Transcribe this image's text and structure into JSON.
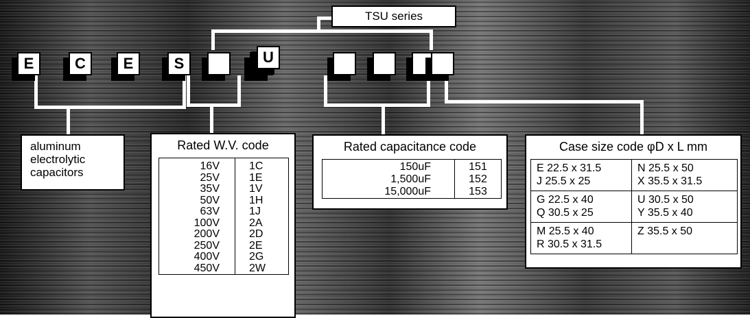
{
  "series_label": "TSU series",
  "code_letters": [
    "E",
    "C",
    "E",
    "S",
    "",
    "",
    "U",
    "",
    "",
    "",
    ""
  ],
  "category_label": [
    "aluminum",
    "electrolytic",
    "capacitors"
  ],
  "voltage": {
    "title": "Rated W.V. code",
    "rows": [
      {
        "value": "16V",
        "code": "1C"
      },
      {
        "value": "25V",
        "code": "1E"
      },
      {
        "value": "35V",
        "code": "1V"
      },
      {
        "value": "50V",
        "code": "1H"
      },
      {
        "value": "63V",
        "code": "1J"
      },
      {
        "value": "100V",
        "code": "2A"
      },
      {
        "value": "200V",
        "code": "2D"
      },
      {
        "value": "250V",
        "code": "2E"
      },
      {
        "value": "400V",
        "code": "2G"
      },
      {
        "value": "450V",
        "code": "2W"
      }
    ]
  },
  "capacitance": {
    "title": "Rated capacitance code",
    "rows": [
      {
        "value": "150uF",
        "code": "151"
      },
      {
        "value": "1,500uF",
        "code": "152"
      },
      {
        "value": "15,000uF",
        "code": "153"
      }
    ]
  },
  "case_size": {
    "title": "Case size code φD x L mm",
    "groups": [
      {
        "left": [
          "E  22.5 x 31.5",
          "J  25.5 x 25"
        ],
        "right": [
          "N  25.5 x 50",
          "X  35.5 x 31.5"
        ]
      },
      {
        "left": [
          "G  22.5 x 40",
          "Q  30.5 x 25"
        ],
        "right": [
          "U  30.5 x 50",
          "Y  35.5 x 40"
        ]
      },
      {
        "left": [
          "M  25.5 x 40",
          "R  30.5 x 31.5"
        ],
        "right": [
          "Z  35.5 x 50",
          ""
        ]
      }
    ]
  }
}
